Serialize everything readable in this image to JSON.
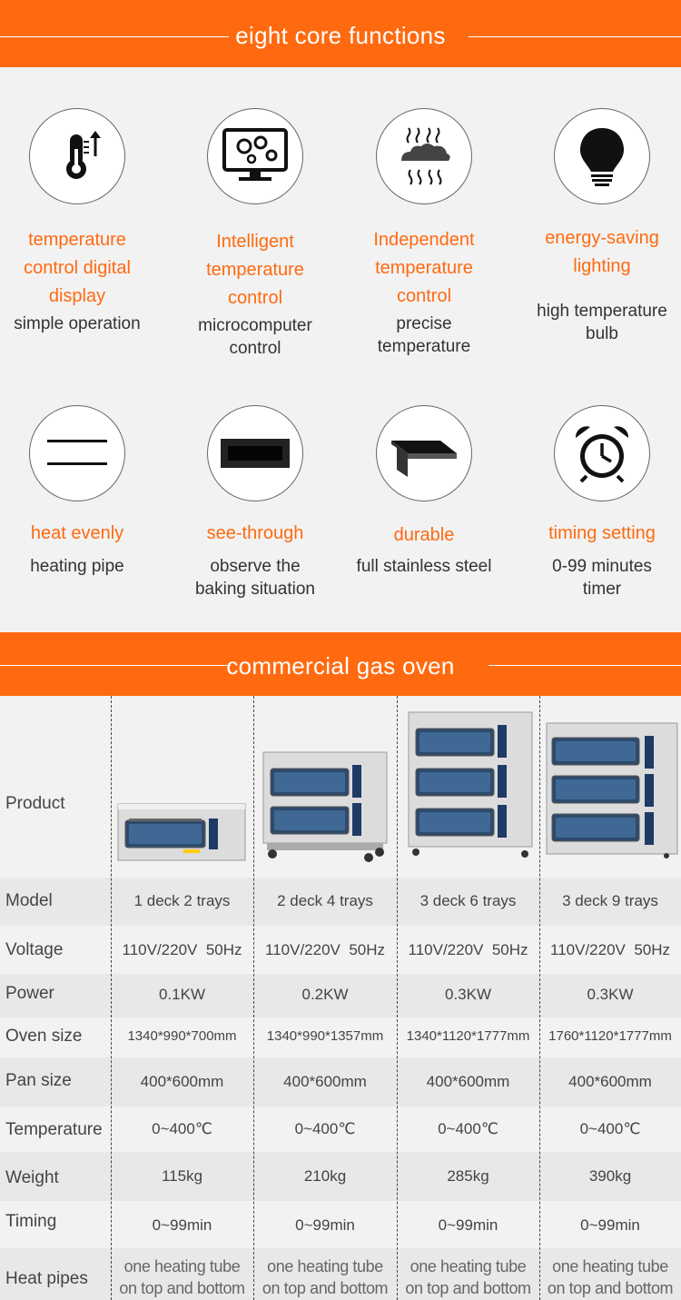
{
  "sections": {
    "functions_title": "eight core functions",
    "oven_title": "commercial gas oven"
  },
  "features": [
    {
      "icon": "thermometer-icon",
      "title": "temperature\ncontrol digital\ndisplay",
      "desc": "simple operation"
    },
    {
      "icon": "computer-gears-icon",
      "title": "Intelligent\ntemperature\ncontrol",
      "desc": "microcomputer\ncontrol"
    },
    {
      "icon": "heat-flow-icon",
      "title": "Independent\ntemperature\ncontrol",
      "desc": "precise\ntemperature"
    },
    {
      "icon": "light-bulb-icon",
      "title": "energy-saving\nlighting",
      "desc": "high temperature\nbulb"
    },
    {
      "icon": "heating-pipe-icon",
      "title": "heat evenly",
      "desc": "heating pipe"
    },
    {
      "icon": "glass-window-icon",
      "title": "see-through",
      "desc": "observe the\nbaking situation"
    },
    {
      "icon": "stainless-steel-icon",
      "title": "durable",
      "desc": "full stainless steel"
    },
    {
      "icon": "alarm-clock-icon",
      "title": "timing setting",
      "desc": "0-99 minutes\ntimer"
    }
  ],
  "table": {
    "product_label": "Product",
    "rows": [
      {
        "label": "Model",
        "values": [
          "1 deck 2 trays",
          "2 deck 4 trays",
          "3 deck 6 trays",
          "3 deck 9 trays"
        ]
      },
      {
        "label": "Voltage",
        "values": [
          "110V/220V  50Hz",
          "110V/220V  50Hz",
          "110V/220V  50Hz",
          "110V/220V  50Hz"
        ]
      },
      {
        "label": "Power",
        "values": [
          "0.1KW",
          "0.2KW",
          "0.3KW",
          "0.3KW"
        ]
      },
      {
        "label": "Oven size",
        "values": [
          "1340*990*700mm",
          "1340*990*1357mm",
          "1340*1120*1777mm",
          "1760*1120*1777mm"
        ]
      },
      {
        "label": "Pan size",
        "values": [
          "400*600mm",
          "400*600mm",
          "400*600mm",
          "400*600mm"
        ]
      },
      {
        "label": "Temperature",
        "values": [
          "0~400℃",
          "0~400℃",
          "0~400℃",
          "0~400℃"
        ]
      },
      {
        "label": "Weight",
        "values": [
          "115kg",
          "210kg",
          "285kg",
          "390kg"
        ]
      },
      {
        "label": "Timing",
        "values": [
          "0~99min",
          "0~99min",
          "0~99min",
          "0~99min"
        ]
      },
      {
        "label": "Heat pipes",
        "values": [
          "one heating tube\non top and bottom",
          "one heating tube\non top and bottom",
          "one heating tube\non top and bottom",
          "one heating tube\non top and bottom"
        ]
      }
    ]
  },
  "colors": {
    "accent": "#ff6a10",
    "text": "#333333",
    "background": "#f2f2f2"
  }
}
